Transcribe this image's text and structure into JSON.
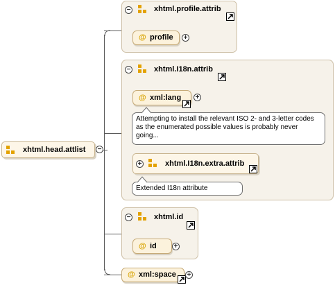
{
  "root": {
    "label": "xhtml.head.attlist"
  },
  "groups": [
    {
      "title": "xhtml.profile.attrib",
      "attributes": [
        "profile"
      ]
    },
    {
      "title": "xhtml.I18n.attrib",
      "attributes": [
        "xml:lang"
      ],
      "note": "Attempting to install the relevant ISO 2- and 3-letter codes as the enumerated possible values is probably never going...",
      "subgroup": {
        "title": "xhtml.I18n.extra.attrib",
        "note": "Extended I18n attribute"
      }
    },
    {
      "title": "xhtml.id",
      "attributes": [
        "id"
      ]
    }
  ],
  "tail_attribute": {
    "label": "xml:space"
  },
  "symbols": {
    "at": "@",
    "collapse": "−",
    "expand": "+"
  }
}
